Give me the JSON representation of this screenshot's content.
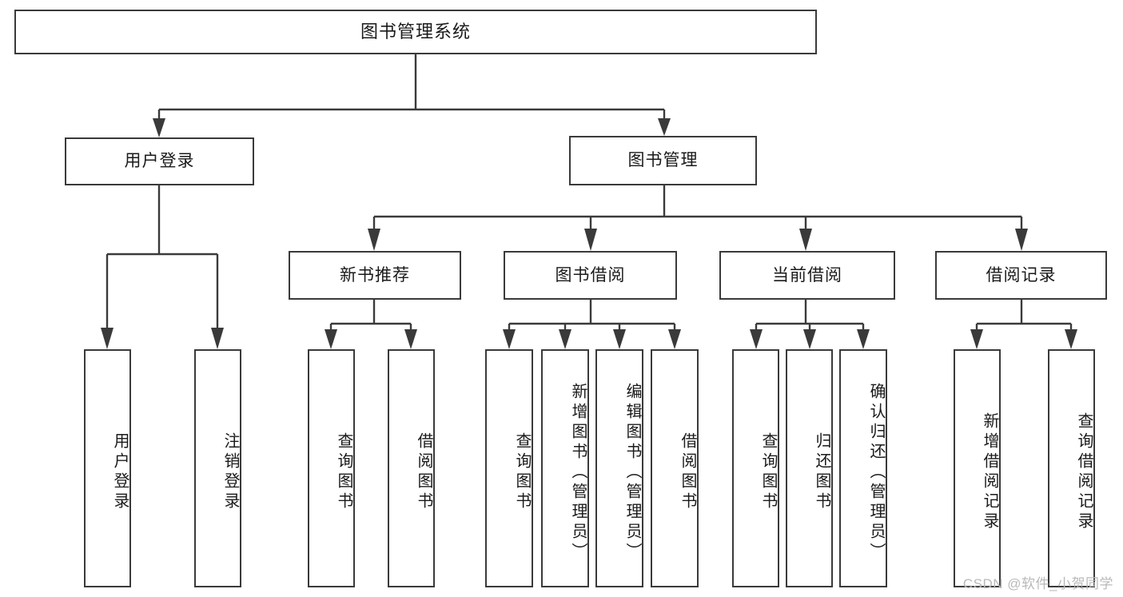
{
  "diagram": {
    "title": "图书管理系统",
    "type": "tree-hierarchy-chart",
    "root": {
      "label": "图书管理系统"
    },
    "level2": [
      {
        "label": "用户登录"
      },
      {
        "label": "图书管理"
      }
    ],
    "level3": [
      {
        "label": "新书推荐"
      },
      {
        "label": "图书借阅"
      },
      {
        "label": "当前借阅"
      },
      {
        "label": "借阅记录"
      }
    ],
    "leaves": {
      "user_login": [
        {
          "label": "用户登录"
        },
        {
          "label": "注销登录"
        }
      ],
      "new_book_recommend": [
        {
          "label": "查询图书"
        },
        {
          "label": "借阅图书"
        }
      ],
      "book_borrow": [
        {
          "label": "查询图书"
        },
        {
          "label": "新增图书（管理员）"
        },
        {
          "label": "编辑图书（管理员）"
        },
        {
          "label": "借阅图书"
        }
      ],
      "current_borrow": [
        {
          "label": "查询图书"
        },
        {
          "label": "归还图书"
        },
        {
          "label": "确认归还（管理员）"
        }
      ],
      "borrow_record": [
        {
          "label": "新增借阅记录"
        },
        {
          "label": "查询借阅记录"
        }
      ]
    }
  },
  "watermark": {
    "text": "CSDN @软件_小贺同学"
  },
  "colors": {
    "stroke": "#3a3a3a",
    "box_fill": "#ffffff",
    "text": "#1a1a1a",
    "watermark": "#b9b9b9",
    "background": "#ffffff"
  }
}
